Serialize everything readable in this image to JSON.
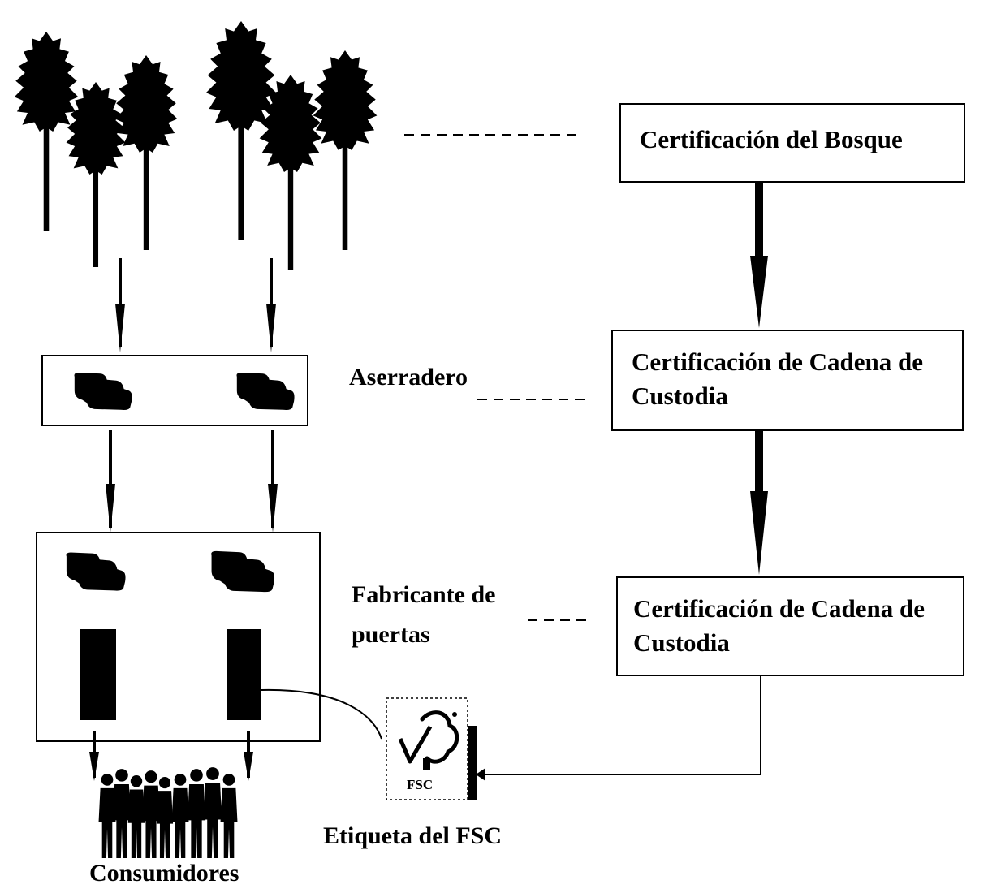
{
  "diagram": {
    "certifications": {
      "forest": "Certificación del Bosque",
      "chain1": "Certificación de Cadena de Custodia",
      "chain2": "Certificación de Cadena de Custodia"
    },
    "stages": {
      "sawmill": "Aserradero",
      "manufacturer_line1": "Fabricante de",
      "manufacturer_line2": "puertas",
      "consumers": "Consumidores",
      "fsc_label": "Etiqueta del FSC"
    },
    "logo": {
      "text": "FSC",
      "icon": "fsc-tree-check-icon"
    },
    "colors": {
      "ink": "#000000",
      "paper": "#ffffff"
    }
  }
}
